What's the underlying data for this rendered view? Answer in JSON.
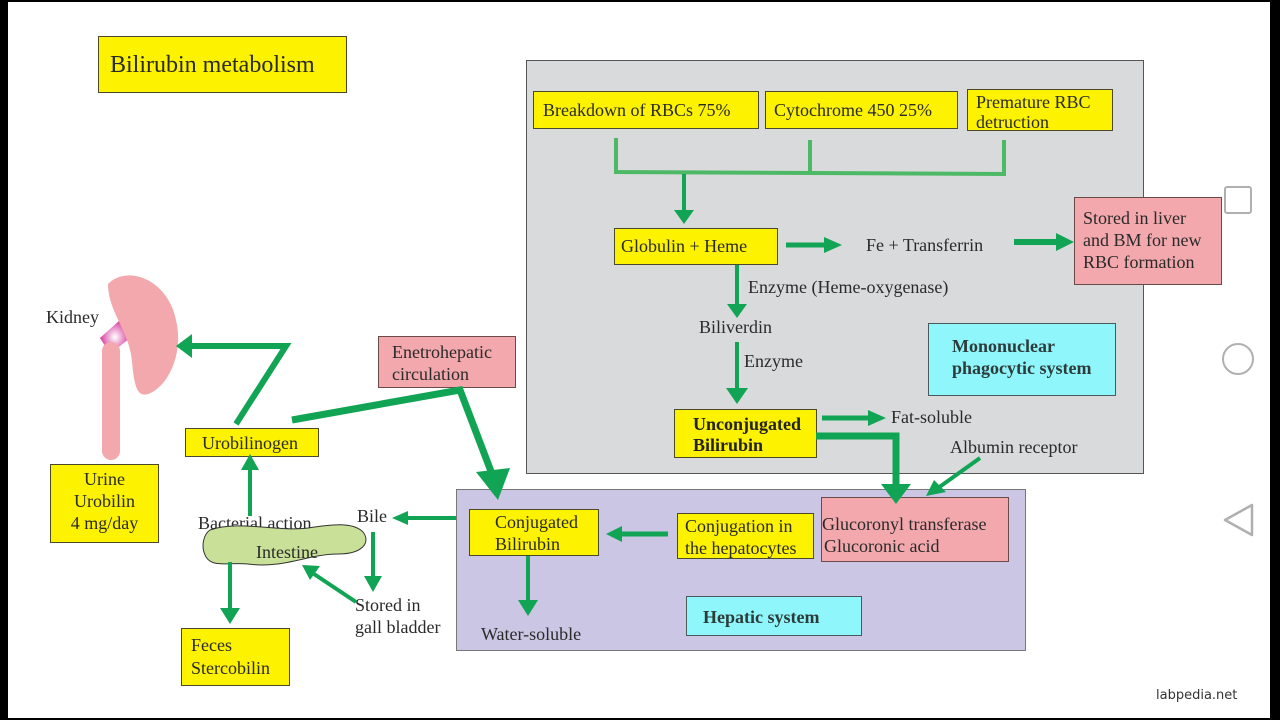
{
  "title": "Bilirubin metabolism",
  "mononuclear_panel": {
    "label": "Mononuclear phagocytic system",
    "label_line1": "Mononuclear",
    "label_line2": "phagocytic system",
    "sources": [
      {
        "text": "Breakdown of RBCs 75%"
      },
      {
        "text": "Cytochrome 450 25%"
      },
      {
        "line1": "Premature RBC",
        "line2": "detruction"
      }
    ],
    "globulin_heme": "Globulin + Heme",
    "fe_transferrin": "Fe + Transferrin",
    "stored": {
      "line1": "Stored in liver",
      "line2": "and BM for new",
      "line3": "RBC formation"
    },
    "enzyme_heme_oxygenase": "Enzyme (Heme-oxygenase)",
    "biliverdin": "Biliverdin",
    "enzyme": "Enzyme",
    "unconjugated": {
      "line1": "Unconjugated",
      "line2": "Bilirubin"
    },
    "fat_soluble": "Fat-soluble",
    "albumin_receptor": "Albumin receptor"
  },
  "hepatic_panel": {
    "label": "Hepatic system",
    "glucoronyl": {
      "line1": "Glucoronyl transferase",
      "line2": "Glucoronic acid"
    },
    "conjugation": {
      "line1": "Conjugation in",
      "line2": "the hepatocytes"
    },
    "conjugated": {
      "line1": "Conjugated",
      "line2": "Bilirubin"
    },
    "water_soluble": "Water-soluble"
  },
  "left": {
    "kidney": "Kidney",
    "urine": {
      "line1": "Urine",
      "line2": "Urobilin",
      "line3": "4 mg/day"
    },
    "urobilinogen": "Urobilinogen",
    "enterohepatic": {
      "line1": "Enetrohepatic",
      "line2": "circulation"
    },
    "bacterial_action": "Bacterial action",
    "intestine": "Intestine",
    "bile": "Bile",
    "stored_gall": {
      "line1": "Stored in",
      "line2": "gall bladder"
    },
    "feces": {
      "line1": "Feces",
      "line2": "Stercobilin"
    }
  },
  "nav": {
    "recents": "recents-square",
    "home": "home-circle",
    "back": "back-triangle"
  },
  "watermark": "labpedia.net",
  "colors": {
    "arrow": "#12a455",
    "yellow": "#fdf200",
    "pink": "#f2a8ac",
    "cyan": "#8ff7fb",
    "gray_panel": "#d9dadc",
    "lavender_panel": "#cac6e4"
  }
}
